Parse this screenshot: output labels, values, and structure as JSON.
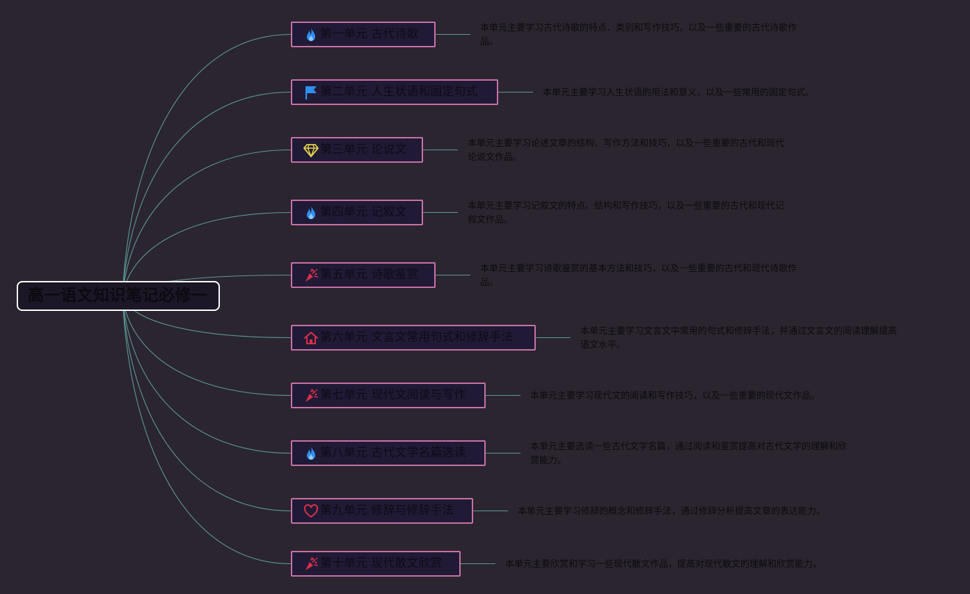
{
  "root": {
    "label": "高一语文知识笔记必修一"
  },
  "colors": {
    "background": "#2b2530",
    "link": "#5a9a96",
    "topic_border": "#c872a6",
    "topic_fill": "#211a36",
    "root_border": "#ffffff"
  },
  "topics": [
    {
      "label": "第一单元 古代诗歌",
      "icon": "fire-icon",
      "note": [
        "本单元主要学习古代诗歌的特点、类别和写作技巧，以及一些重要的古代诗歌作",
        "品。"
      ]
    },
    {
      "label": "第二单元 人生状语和固定句式",
      "icon": "flag-icon",
      "note": [
        "本单元主要学习人生状语的用法和意义，以及一些常用的固定句式。"
      ]
    },
    {
      "label": "第三单元 论说文",
      "icon": "diamond-icon",
      "note": [
        "本单元主要学习论述文章的结构、写作方法和技巧，以及一些重要的古代和现代",
        "论说文作品。"
      ]
    },
    {
      "label": "第四单元 记叙文",
      "icon": "fire-icon",
      "note": [
        "本单元主要学习记叙文的特点、结构和写作技巧，以及一些重要的古代和现代记",
        "叙文作品。"
      ]
    },
    {
      "label": "第五单元 诗歌鉴赏",
      "icon": "party-popper-icon",
      "note": [
        "本单元主要学习诗歌鉴赏的基本方法和技巧，以及一些重要的古代和现代诗歌作",
        "品。"
      ]
    },
    {
      "label": "第六单元 文言文常用句式和修辞手法",
      "icon": "home-icon",
      "note": [
        "本单元主要学习文言文中常用的句式和修辞手法，并通过文言文的阅读理解提高",
        "语文水平。"
      ]
    },
    {
      "label": "第七单元 现代文阅读与写作",
      "icon": "party-popper-icon",
      "note": [
        "本单元主要学习现代文的阅读和写作技巧，以及一些重要的现代文作品。"
      ]
    },
    {
      "label": "第八单元 古代文学名篇选读",
      "icon": "fire-icon",
      "note": [
        "本单元主要选读一些古代文学名篇，通过阅读和鉴赏提高对古代文学的理解和欣",
        "赏能力。"
      ]
    },
    {
      "label": "第九单元 修辞与修辞手法",
      "icon": "heart-icon",
      "note": [
        "本单元主要学习修辞的概念和修辞手法，通过修辞分析提高文章的表达能力。"
      ]
    },
    {
      "label": "第十单元 现代散文欣赏",
      "icon": "party-popper-icon",
      "note": [
        "本单元主要欣赏和学习一些现代散文作品，提高对现代散文的理解和欣赏能力。"
      ]
    }
  ]
}
